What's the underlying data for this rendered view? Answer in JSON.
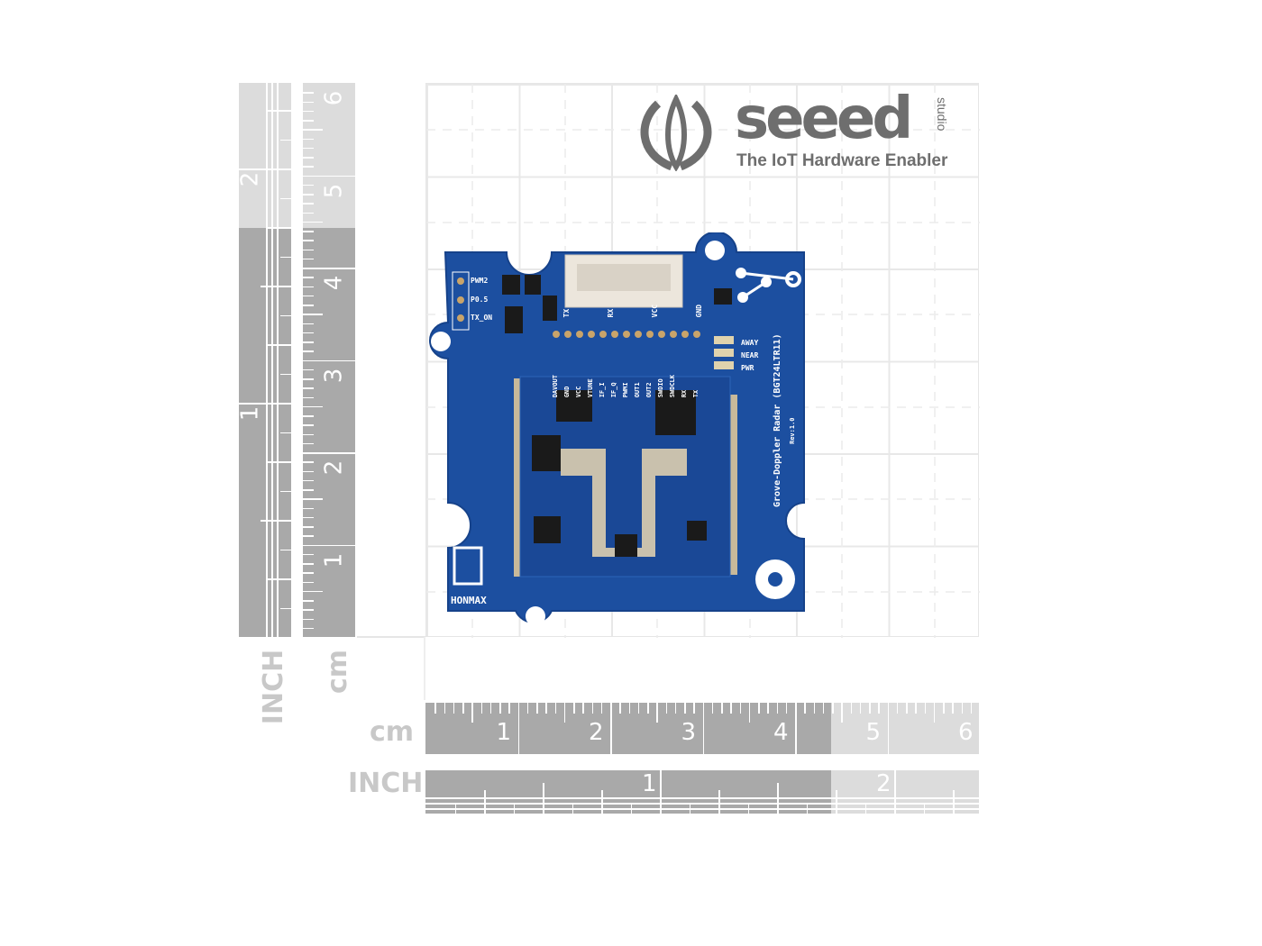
{
  "logo": {
    "brand": "seeed",
    "sub": "studio",
    "tagline": "The IoT Hardware Enabler"
  },
  "rulers": {
    "cm_label": "cm",
    "inch_label": "INCH",
    "cm_numbers": [
      "1",
      "2",
      "3",
      "4",
      "5",
      "6"
    ],
    "inch_numbers": [
      "1",
      "2"
    ]
  },
  "board": {
    "pins_left": [
      "PWM2",
      "P0.5",
      "TX_ON"
    ],
    "connector_pins": [
      "TX",
      "RX",
      "VCC",
      "GND"
    ],
    "pad_labels": [
      "DAVOUT",
      "GND",
      "VCC",
      "VTUNE",
      "IF_I",
      "IF_Q",
      "PWMI",
      "OUT1",
      "OUT2",
      "SWDIO",
      "SWDCLK",
      "RX",
      "TX"
    ],
    "leds": [
      "AWAY",
      "NEAR",
      "PWR"
    ],
    "title": "Grove-Doppler Radar (BGT24LTR11)",
    "rev": "Rev:1.0",
    "maker": "HONMAX"
  },
  "colors": {
    "pcb": "#1c4fa0",
    "ruler_dark": "#a9a9a9",
    "ruler_light": "#dcdcdc"
  }
}
